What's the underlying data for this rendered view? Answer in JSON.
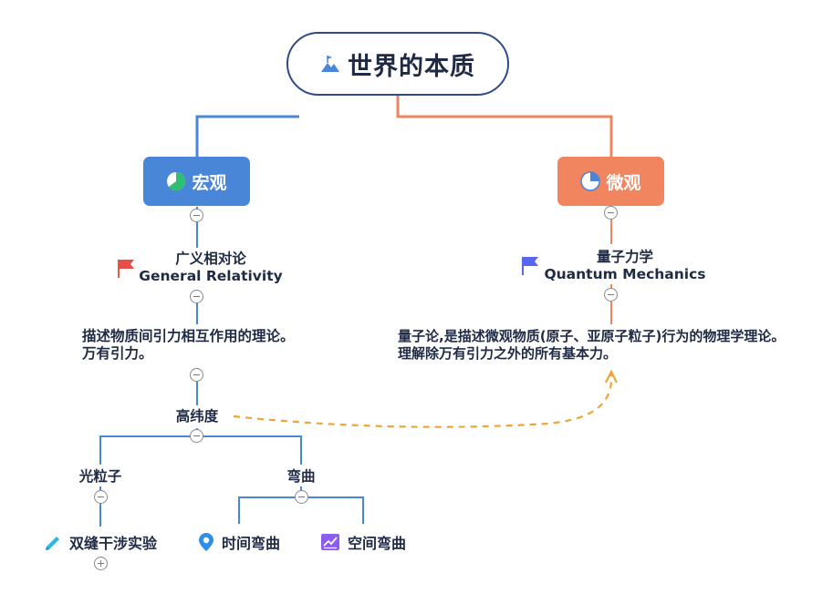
{
  "colors": {
    "root_border": "#2f4a8a",
    "macro": "#4a86d8",
    "micro": "#f0855f",
    "relation": "#eda53b",
    "text": "#1f2a44"
  },
  "root": {
    "title": "世界的本质",
    "icon": "mountain-flag-icon"
  },
  "branches": {
    "macro": {
      "label": "宏观",
      "icon": "pie-chart-icon",
      "topic": {
        "line1": "广义相对论",
        "line2": "General Relativity",
        "icon": "red-flag-icon"
      },
      "description": {
        "line1": "描述物质间引力相互作用的理论。",
        "line2": "万有引力。"
      },
      "sub": {
        "label": "高纬度",
        "children": [
          {
            "label": "光粒子",
            "children": [
              {
                "label": "双缝干涉实验",
                "icon": "pencil-icon"
              }
            ]
          },
          {
            "label": "弯曲",
            "children": [
              {
                "label": "时间弯曲",
                "icon": "location-pin-icon"
              },
              {
                "label": "空间弯曲",
                "icon": "trend-chart-icon"
              }
            ]
          }
        ]
      }
    },
    "micro": {
      "label": "微观",
      "icon": "pie-chart-icon",
      "topic": {
        "line1": "量子力学",
        "line2": "Quantum Mechanics",
        "icon": "blue-flag-icon"
      },
      "description": {
        "line1": "量子论,是描述微观物质(原子、亚原子粒子)行为的物理学理论。",
        "line2": "理解除万有引力之外的所有基本力。"
      }
    }
  }
}
